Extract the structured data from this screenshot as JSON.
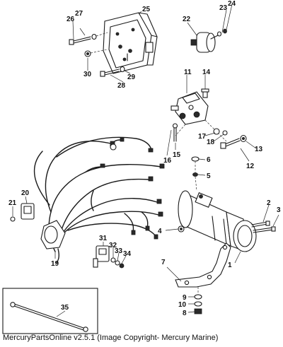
{
  "footer": {
    "text": "MercuryPartsOnline v2.5.1 (Image Copyright- Mercury Marine)"
  },
  "callouts": [
    {
      "id": "c1",
      "label": "1"
    },
    {
      "id": "c2",
      "label": "2"
    },
    {
      "id": "c3",
      "label": "3"
    },
    {
      "id": "c4",
      "label": "4"
    },
    {
      "id": "c5",
      "label": "5"
    },
    {
      "id": "c6",
      "label": "6"
    },
    {
      "id": "c7",
      "label": "7"
    },
    {
      "id": "c8",
      "label": "8"
    },
    {
      "id": "c9",
      "label": "9"
    },
    {
      "id": "c10",
      "label": "10"
    },
    {
      "id": "c11",
      "label": "11"
    },
    {
      "id": "c12",
      "label": "12"
    },
    {
      "id": "c13",
      "label": "13"
    },
    {
      "id": "c14",
      "label": "14"
    },
    {
      "id": "c15",
      "label": "15"
    },
    {
      "id": "c16",
      "label": "16"
    },
    {
      "id": "c17",
      "label": "17"
    },
    {
      "id": "c18",
      "label": "18"
    },
    {
      "id": "c19",
      "label": "19"
    },
    {
      "id": "c20",
      "label": "20"
    },
    {
      "id": "c21",
      "label": "21"
    },
    {
      "id": "c22",
      "label": "22"
    },
    {
      "id": "c23",
      "label": "23"
    },
    {
      "id": "c24",
      "label": "24"
    },
    {
      "id": "c25",
      "label": "25"
    },
    {
      "id": "c26",
      "label": "26"
    },
    {
      "id": "c27",
      "label": "27"
    },
    {
      "id": "c28",
      "label": "28"
    },
    {
      "id": "c29",
      "label": "29"
    },
    {
      "id": "c30",
      "label": "30"
    },
    {
      "id": "c31",
      "label": "31"
    },
    {
      "id": "c32",
      "label": "32"
    },
    {
      "id": "c33",
      "label": "33"
    },
    {
      "id": "c34",
      "label": "34"
    },
    {
      "id": "c35",
      "label": "35"
    }
  ]
}
